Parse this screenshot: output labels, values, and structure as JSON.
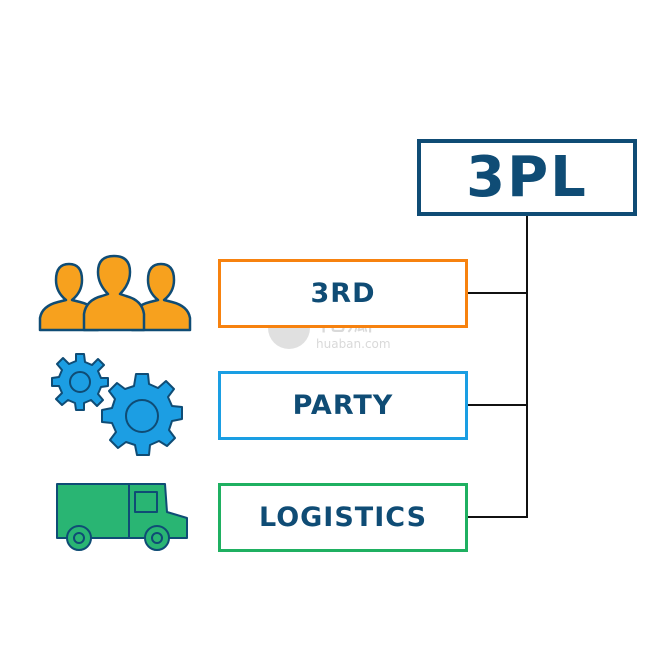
{
  "diagram": {
    "title": "3PL",
    "title_color": "#0f4c75",
    "connector_color": "#111111",
    "items": [
      {
        "label": "3RD",
        "border_color": "#f7820f",
        "icon": "people-group-icon",
        "icon_color": "#f7a11e"
      },
      {
        "label": "PARTY",
        "border_color": "#1a9ee3",
        "icon": "gears-icon",
        "icon_color": "#1c9ee3"
      },
      {
        "label": "LOGISTICS",
        "border_color": "#1fb061",
        "icon": "delivery-truck-icon",
        "icon_color": "#29b573"
      }
    ]
  },
  "watermark": {
    "brand": "花瓣",
    "url": "huaban.com"
  }
}
